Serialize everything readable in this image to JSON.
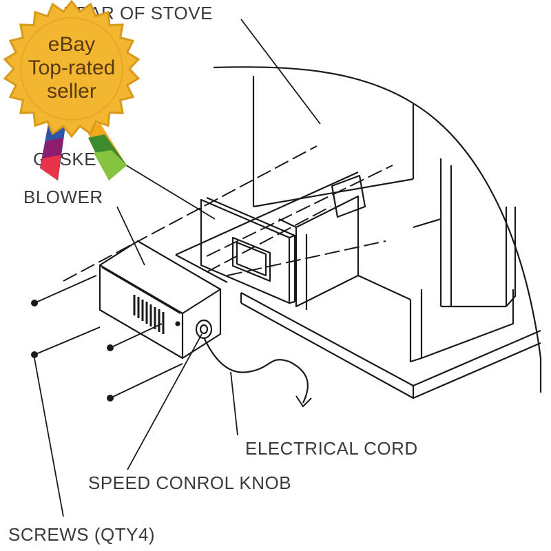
{
  "diagram": {
    "labels": {
      "rear_of_stove": "REAR OF STOVE",
      "gasket": "GASKET",
      "blower": "BLOWER",
      "electrical_cord": "ELECTRICAL CORD",
      "speed_control_knob": "SPEED CONROL KNOB",
      "screws": "SCREWS (QTY4)"
    }
  },
  "badge": {
    "line1": "eBay",
    "line2": "Top-rated",
    "line3": "seller",
    "colors": {
      "seal": "#f2b630",
      "seal_edge": "#d99a1c",
      "ribbon_left": [
        "#2f56a6",
        "#8f1d6e",
        "#e8334a"
      ],
      "ribbon_right": [
        "#f0a81c",
        "#3e8b2e",
        "#86c440"
      ]
    }
  },
  "colors": {
    "line": "#1a1a1a",
    "label": "#3a3a3a",
    "background": "#ffffff"
  }
}
